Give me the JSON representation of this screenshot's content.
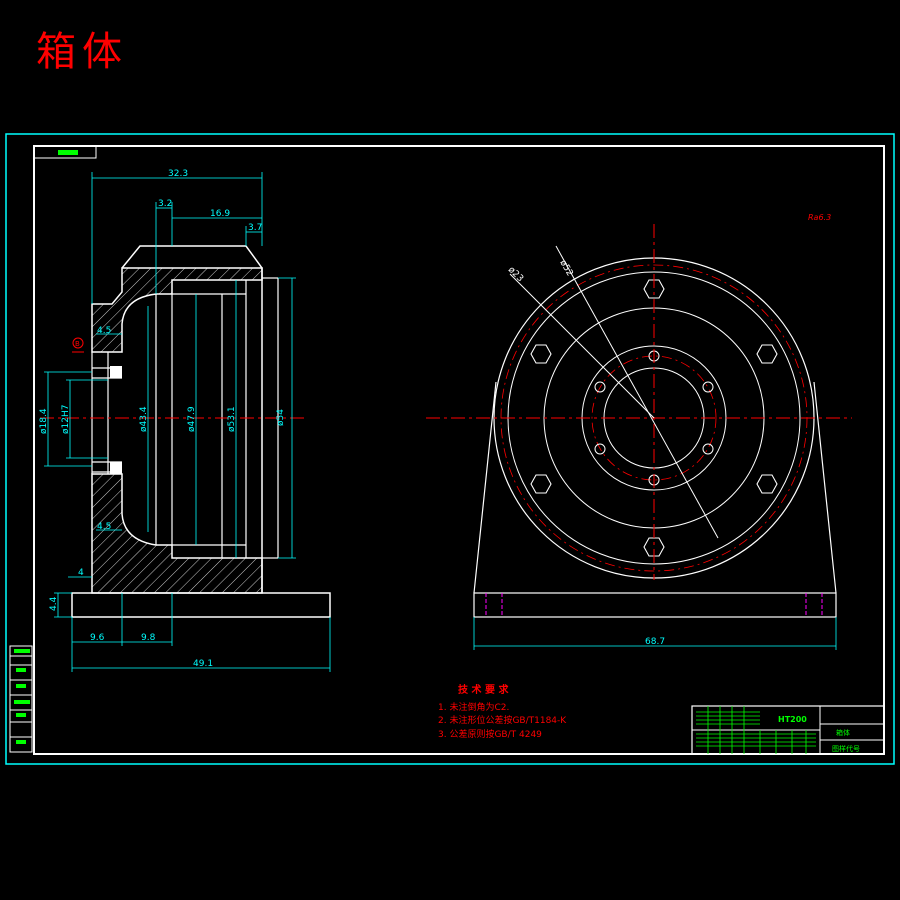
{
  "title": "箱体",
  "dimensions": {
    "width_top": "32.3",
    "d1": "3.2",
    "d2": "16.9",
    "d3": "3.7",
    "chamfer_top": "4.5",
    "chamfer_bottom": "4.5",
    "dia_outer": "ø18.4",
    "dia_hole": "ø12H7",
    "dia_a": "ø43.4",
    "dia_b": "ø47.9",
    "dia_c": "ø53.1",
    "dia_d": "ø54",
    "step_4": "4",
    "base_h": "4.4",
    "base_a": "9.6",
    "base_b": "9.8",
    "total_len": "49.1",
    "right_width": "68.7",
    "pcd_1": "ø52",
    "pcd_2": "ø23"
  },
  "surface_note": "Ra6.3",
  "section_label": "B",
  "requirements": {
    "heading": "技 术 要 求",
    "items": [
      "1. 未注倒角为C2.",
      "2. 未注形位公差按GB/T1184-K",
      "3. 公差原则按GB/T 4249"
    ]
  },
  "title_block": {
    "material": "HT200",
    "name": "箱体",
    "drawing_no": "图样代号"
  },
  "colors": {
    "frame": "#00ffff",
    "border": "#ffffff",
    "dims": "#00ffff",
    "center": "#ff0000",
    "text_red": "#ff0000",
    "green": "#00ff00",
    "magenta": "#ff00ff"
  }
}
